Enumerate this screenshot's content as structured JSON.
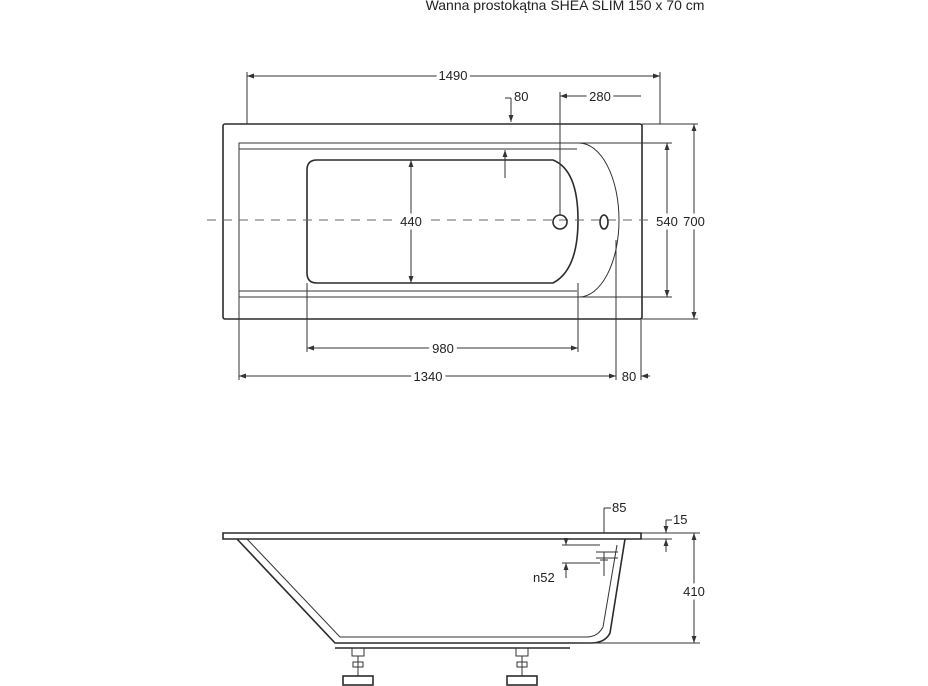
{
  "title": "Wanna prostokątna SHEA SLIM 150 x 70 cm",
  "top_view": {
    "overall_length": "1490",
    "overall_width": "700",
    "inner_width": "540",
    "basin_width": "440",
    "basin_length": "980",
    "inner_length": "1340",
    "end_rim": "80",
    "drain_offset": "80",
    "drain_to_end": "280"
  },
  "side_view": {
    "rim_overhang": "85",
    "rim_thickness": "15",
    "height": "410",
    "overflow": "n52"
  }
}
